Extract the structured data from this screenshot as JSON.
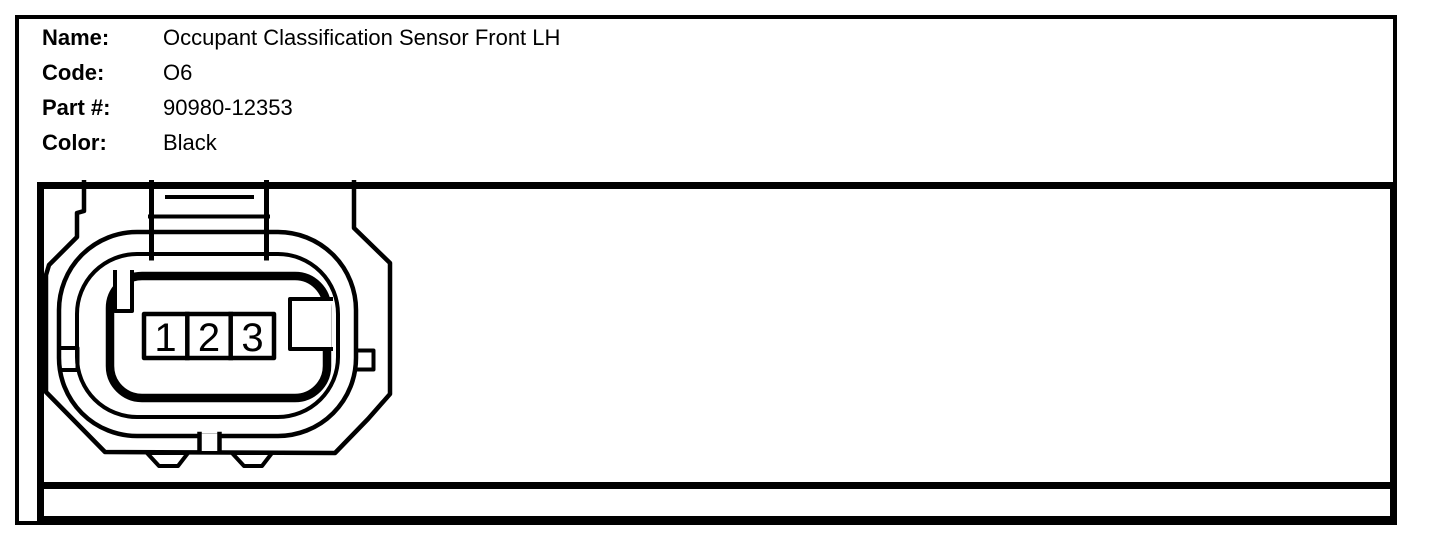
{
  "header": {
    "fields": [
      {
        "label": "Name:",
        "value": "Occupant Classification Sensor Front LH"
      },
      {
        "label": "Code:",
        "value": "O6"
      },
      {
        "label": "Part #:",
        "value": "90980-12353"
      },
      {
        "label": "Color:",
        "value": "Black"
      }
    ]
  },
  "connector": {
    "pins": [
      "1",
      "2",
      "3"
    ],
    "ink_color": "#000000",
    "background_color": "#ffffff"
  }
}
